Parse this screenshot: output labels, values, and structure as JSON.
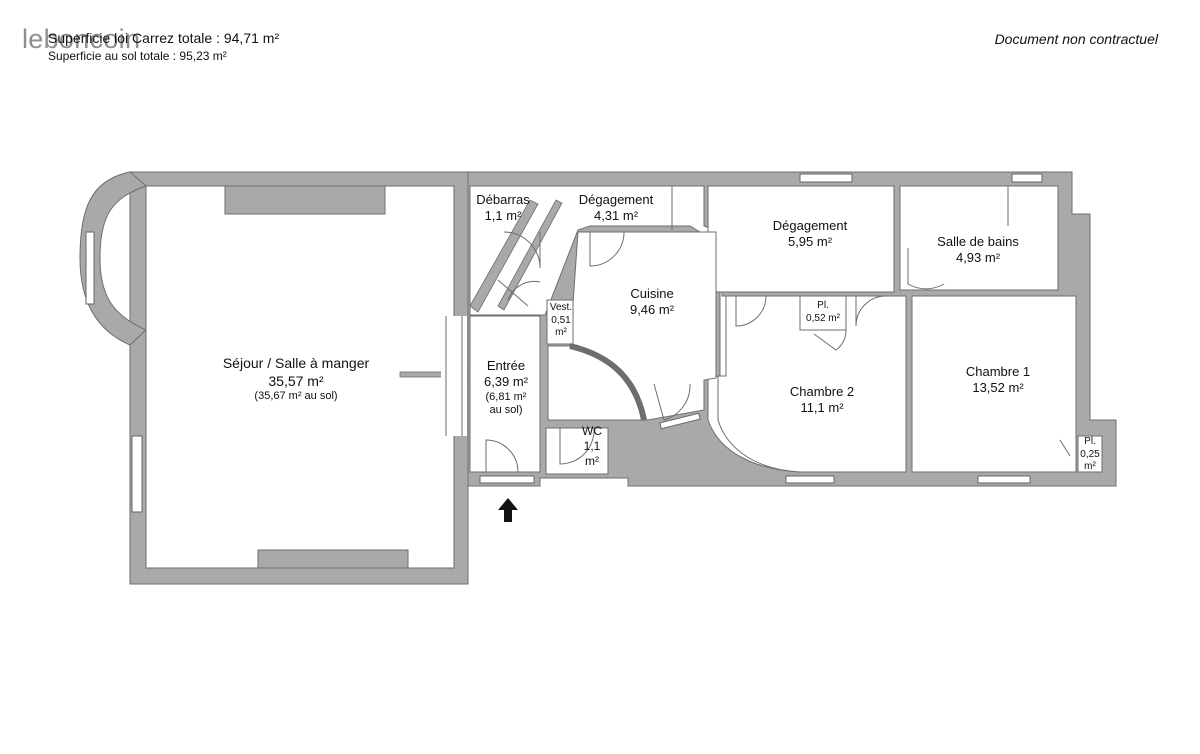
{
  "header": {
    "logo": "leboncoin",
    "surface_carrez": "Superficie loi Carrez totale :  94,71 m²",
    "surface_sol": "Superficie au sol totale :  95,23 m²",
    "disclaimer": "Document non contractuel"
  },
  "rooms": {
    "sejour": {
      "name": "Séjour / Salle à manger",
      "area": "35,57 m²",
      "note": "(35,67 m² au sol)"
    },
    "debarras": {
      "name": "Débarras",
      "area": "1,1 m²"
    },
    "degagement1": {
      "name": "Dégagement",
      "area": "4,31 m²"
    },
    "degagement2": {
      "name": "Dégagement",
      "area": "5,95 m²"
    },
    "salle_bains": {
      "name": "Salle de bains",
      "area": "4,93 m²"
    },
    "cuisine": {
      "name": "Cuisine",
      "area": "9,46  m²"
    },
    "vestiaire": {
      "name": "Vest.",
      "area": "0,51",
      "unit": "m²"
    },
    "entree": {
      "name": "Entrée",
      "area": "6,39 m²",
      "note1": "(6,81 m²",
      "note2": "au sol)"
    },
    "wc": {
      "name": "WC",
      "area": "1,1",
      "unit": "m²"
    },
    "placard1": {
      "name": "Pl.",
      "area": "0,52 m²"
    },
    "chambre2": {
      "name": "Chambre 2",
      "area": "11,1 m²"
    },
    "chambre1": {
      "name": "Chambre 1",
      "area": "13,52 m²"
    },
    "placard2": {
      "name": "Pl.",
      "area": "0,25",
      "unit": "m²"
    }
  },
  "colors": {
    "wall": "#a9a9a9",
    "line": "#555555",
    "background": "#ffffff"
  },
  "icons": {
    "entrance": "entrance-arrow-icon"
  }
}
